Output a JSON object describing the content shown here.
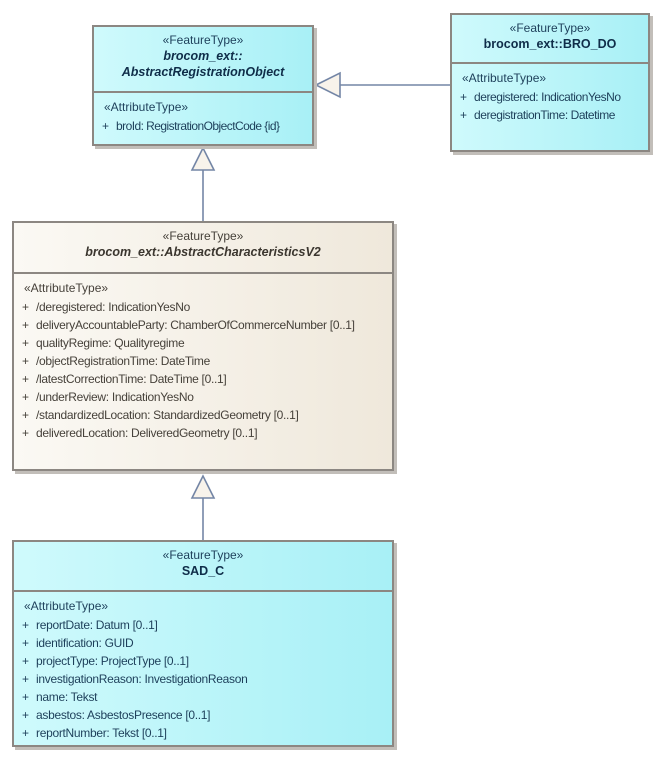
{
  "diagram": {
    "classes": [
      {
        "stereotype": "«FeatureType»",
        "name_line1": "brocom_ext::",
        "name_line2": "AbstractRegistrationObject",
        "attr_header": "«AttributeType»",
        "attributes": [
          {
            "vis": "+",
            "text": "broId: RegistrationObjectCode {id}"
          }
        ]
      },
      {
        "stereotype": "«FeatureType»",
        "name_line1": "brocom_ext::BRO_DO",
        "attr_header": "«AttributeType»",
        "attributes": [
          {
            "vis": "+",
            "text": "deregistered: IndicationYesNo"
          },
          {
            "vis": "+",
            "text": "deregistrationTime: Datetime"
          }
        ]
      },
      {
        "stereotype": "«FeatureType»",
        "name_line1": "brocom_ext::AbstractCharacteristicsV2",
        "attr_header": "«AttributeType»",
        "attributes": [
          {
            "vis": "+",
            "text": "/deregistered: IndicationYesNo"
          },
          {
            "vis": "+",
            "text": "deliveryAccountableParty: ChamberOfCommerceNumber [0..1]"
          },
          {
            "vis": "+",
            "text": "qualityRegime: Qualityregime"
          },
          {
            "vis": "+",
            "text": "/objectRegistrationTime: DateTime"
          },
          {
            "vis": "+",
            "text": "/latestCorrectionTime: DateTime [0..1]"
          },
          {
            "vis": "+",
            "text": "/underReview: IndicationYesNo"
          },
          {
            "vis": "+",
            "text": "/standardizedLocation: StandardizedGeometry [0..1]"
          },
          {
            "vis": "+",
            "text": "deliveredLocation: DeliveredGeometry [0..1]"
          }
        ]
      },
      {
        "stereotype": "«FeatureType»",
        "name_line1": "SAD_C",
        "attr_header": "«AttributeType»",
        "attributes": [
          {
            "vis": "+",
            "text": "reportDate: Datum [0..1]"
          },
          {
            "vis": "+",
            "text": "identification: GUID"
          },
          {
            "vis": "+",
            "text": "projectType: ProjectType [0..1]"
          },
          {
            "vis": "+",
            "text": "investigationReason: InvestigationReason"
          },
          {
            "vis": "+",
            "text": "name: Tekst"
          },
          {
            "vis": "+",
            "text": "asbestos: AsbestosPresence [0..1]"
          },
          {
            "vis": "+",
            "text": "reportNumber: Tekst [0..1]"
          }
        ]
      }
    ],
    "relationships": [
      {
        "type": "generalization",
        "from": "brocom_ext::BRO_DO",
        "to": "brocom_ext::AbstractRegistrationObject"
      },
      {
        "type": "generalization",
        "from": "brocom_ext::AbstractCharacteristicsV2",
        "to": "brocom_ext::AbstractRegistrationObject"
      },
      {
        "type": "generalization",
        "from": "SAD_C",
        "to": "brocom_ext::AbstractCharacteristicsV2"
      }
    ],
    "colors": {
      "cyan_fill": "#A8F0F6",
      "cyan_fill_light": "#CFFAFC",
      "beige_fill": "#EFE8DB",
      "beige_fill_light": "#FBF9F4",
      "box_border": "#8C8782",
      "shadow": "#C2BEB9",
      "connector_line": "#7486A6",
      "arrowhead_fill": "#F8F3EB",
      "cyan_text": "#1D3F5A",
      "beige_text": "#46413A"
    }
  }
}
